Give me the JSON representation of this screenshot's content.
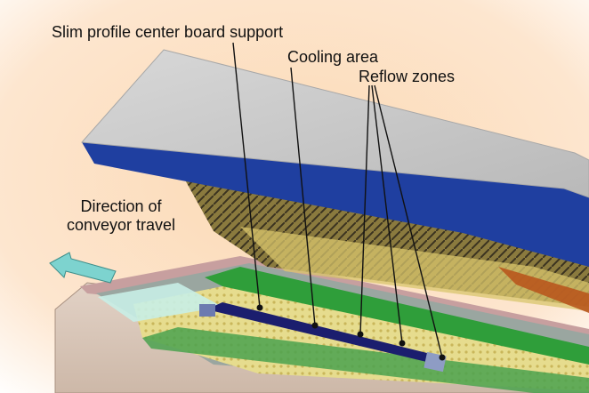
{
  "labels": {
    "slim_profile": "Slim profile center board support",
    "cooling_area": "Cooling area",
    "reflow_zones": "Reflow zones",
    "direction_line1": "Direction of",
    "direction_line2": "conveyor travel"
  },
  "colors": {
    "background": "#fde3c6",
    "background_edge": "#ffffff",
    "lid_top": "#c9c9c9",
    "lid_blue": "#1f3fa0",
    "oven_body": "#d9c6b8",
    "oven_rim": "#c9a2a2",
    "green_rail": "#2f9e3a",
    "heater_yellow": "#e4d98a",
    "support_bar": "#1b1e6e",
    "arrow": "#7dd3cf",
    "leader_line": "#111111"
  }
}
